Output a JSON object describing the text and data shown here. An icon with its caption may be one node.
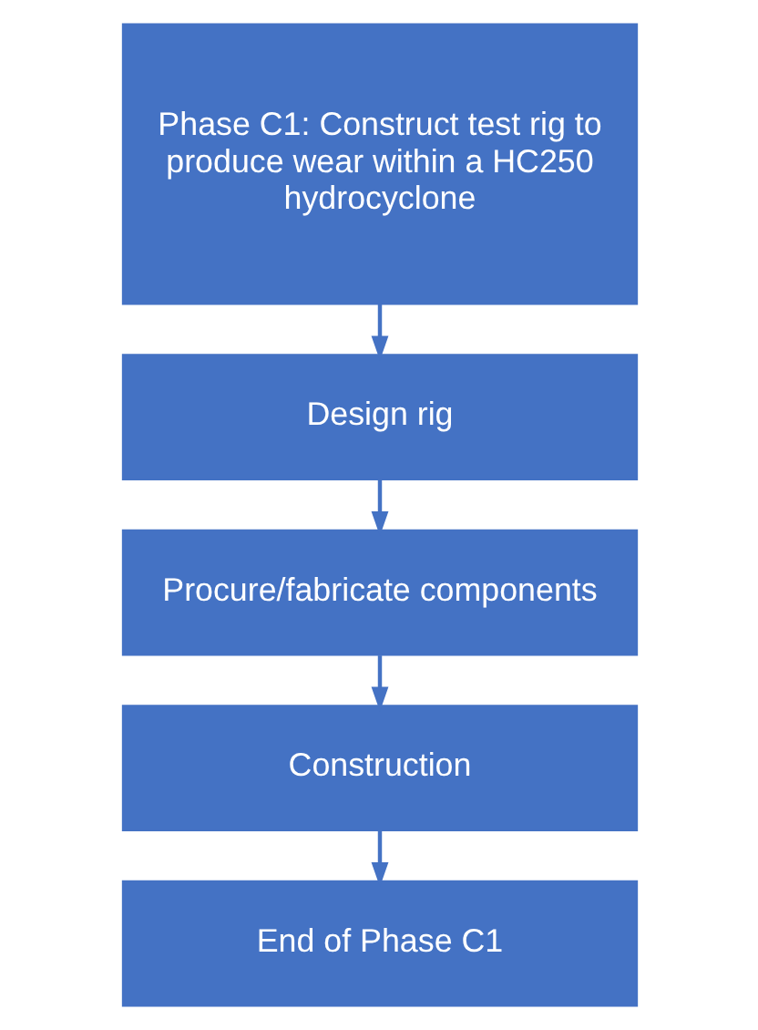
{
  "diagram": {
    "nodes": [
      {
        "text": [
          "Phase C1: Construct test rig to produce wear within a HC250 hydrocyclone"
        ]
      },
      {
        "text": [
          "Design rig"
        ]
      },
      {
        "text": [
          "Procure/fabricate components"
        ]
      },
      {
        "text": [
          "Construction"
        ]
      },
      {
        "text": [
          "End of Phase C1"
        ]
      }
    ],
    "edges": [
      {
        "from": 0,
        "to": 1,
        "arrow": "to"
      },
      {
        "from": 1,
        "to": 2,
        "arrow": "to"
      },
      {
        "from": 2,
        "to": 3,
        "arrow": "to"
      },
      {
        "from": 3,
        "to": 4,
        "arrow": "to"
      }
    ]
  }
}
